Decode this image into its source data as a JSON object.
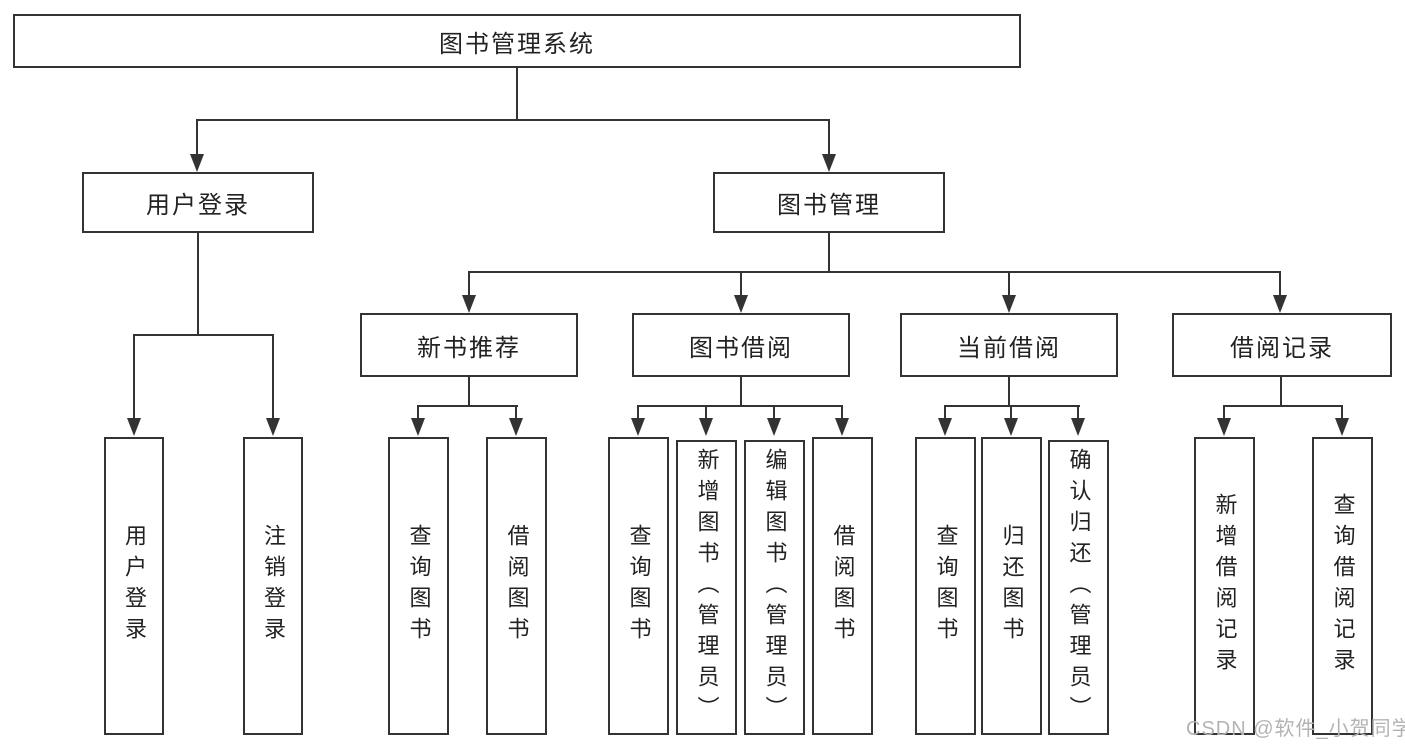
{
  "tree": {
    "root": {
      "label": "图书管理系统"
    },
    "login_branch": {
      "label": "用户登录",
      "children": [
        {
          "label": "用户登录"
        },
        {
          "label": "注销登录"
        }
      ]
    },
    "mgmt_branch": {
      "label": "图书管理",
      "sections": [
        {
          "label": "新书推荐",
          "children": [
            {
              "label": "查询图书"
            },
            {
              "label": "借阅图书"
            }
          ]
        },
        {
          "label": "图书借阅",
          "children": [
            {
              "label": "查询图书"
            },
            {
              "label": "新增图书（管理员）"
            },
            {
              "label": "编辑图书（管理员）"
            },
            {
              "label": "借阅图书"
            }
          ]
        },
        {
          "label": "当前借阅",
          "children": [
            {
              "label": "查询图书"
            },
            {
              "label": "归还图书"
            },
            {
              "label": "确认归还（管理员）"
            }
          ]
        },
        {
          "label": "借阅记录",
          "children": [
            {
              "label": "新增借阅记录"
            },
            {
              "label": "查询借阅记录"
            }
          ]
        }
      ]
    }
  },
  "watermark": {
    "text": "CSDN @软件_小贺同学"
  },
  "colors": {
    "background": "#ffffff",
    "box_border": "#333333",
    "box_fill": "#ffffff",
    "line": "#333333",
    "text": "#222222",
    "watermark": "#b3b3b3"
  }
}
